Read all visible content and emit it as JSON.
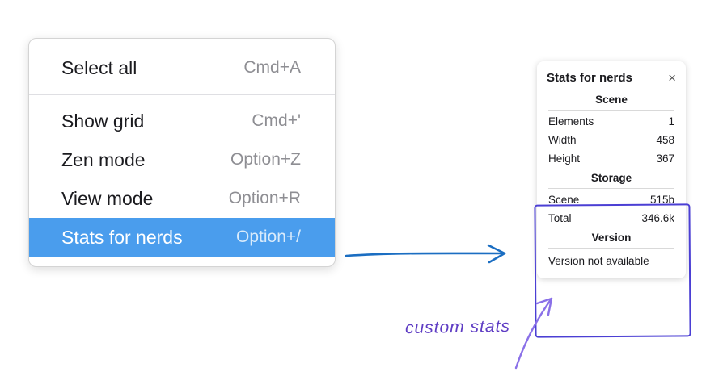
{
  "menu": {
    "items": [
      {
        "label": "Select all",
        "shortcut": "Cmd+A"
      },
      {
        "label": "Show grid",
        "shortcut": "Cmd+'"
      },
      {
        "label": "Zen mode",
        "shortcut": "Option+Z"
      },
      {
        "label": "View mode",
        "shortcut": "Option+R"
      },
      {
        "label": "Stats for nerds",
        "shortcut": "Option+/"
      }
    ],
    "selected_index": 4
  },
  "stats_panel": {
    "title": "Stats for nerds",
    "close_icon": "×",
    "sections": [
      {
        "heading": "Scene",
        "rows": [
          {
            "label": "Elements",
            "value": "1"
          },
          {
            "label": "Width",
            "value": "458"
          },
          {
            "label": "Height",
            "value": "367"
          }
        ]
      },
      {
        "heading": "Storage",
        "rows": [
          {
            "label": "Scene",
            "value": "515b"
          },
          {
            "label": "Total",
            "value": "346.6k"
          }
        ]
      },
      {
        "heading": "Version",
        "rows": [],
        "note": "Version not available"
      }
    ]
  },
  "annotations": {
    "custom_stats_label": "custom stats",
    "arrow_blue": "#1b6ec2",
    "annotation_purple": "#4b3fd4",
    "handwritten_purple": "#5f3dc4",
    "small_arrow_purple": "#8a70e8",
    "menu_highlight": "#4a9ded"
  }
}
